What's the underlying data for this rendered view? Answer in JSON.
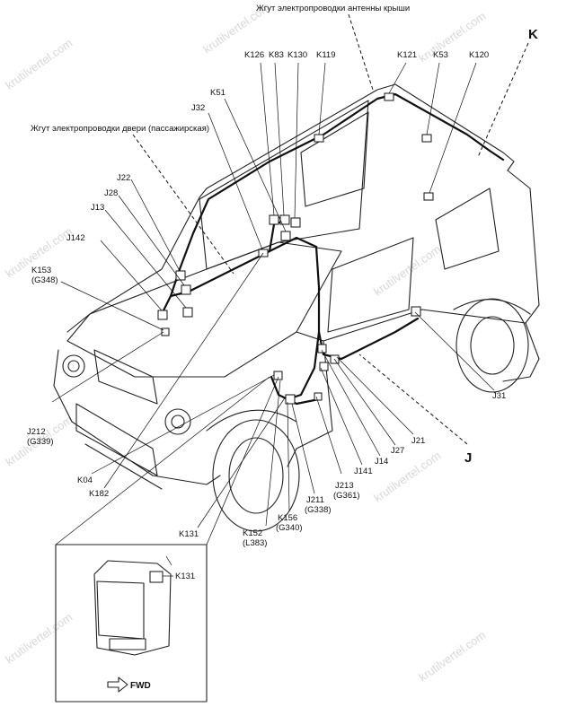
{
  "harness_labels": {
    "roof_antenna": "Жгут электропроводки антенны крыши",
    "passenger_door": "Жгут электропроводки двери (пассажирская)"
  },
  "view_markers": {
    "k": "K",
    "j": "J"
  },
  "connectors": {
    "k126": "K126",
    "k83": "K83",
    "k130": "K130",
    "k119": "K119",
    "k121": "K121",
    "k53": "K53",
    "k120": "K120",
    "k51": "K51",
    "j32": "J32",
    "j22": "J22",
    "j28": "J28",
    "j13": "J13",
    "j142": "J142",
    "k153": "K153",
    "k153_sub": "(G348)",
    "j212": "J212",
    "j212_sub": "(G339)",
    "k04": "K04",
    "k182": "K182",
    "k131": "K131",
    "k152": "K152",
    "k152_sub": "(L383)",
    "k156": "K156",
    "k156_sub": "(G340)",
    "j211": "J211",
    "j211_sub": "(G338)",
    "j213": "J213",
    "j213_sub": "(G361)",
    "j141": "J141",
    "j14": "J14",
    "j27": "J27",
    "j21": "J21",
    "j31": "J31"
  },
  "inset": {
    "label": "K131",
    "direction": "FWD"
  },
  "watermark": "krutilvertel.com"
}
